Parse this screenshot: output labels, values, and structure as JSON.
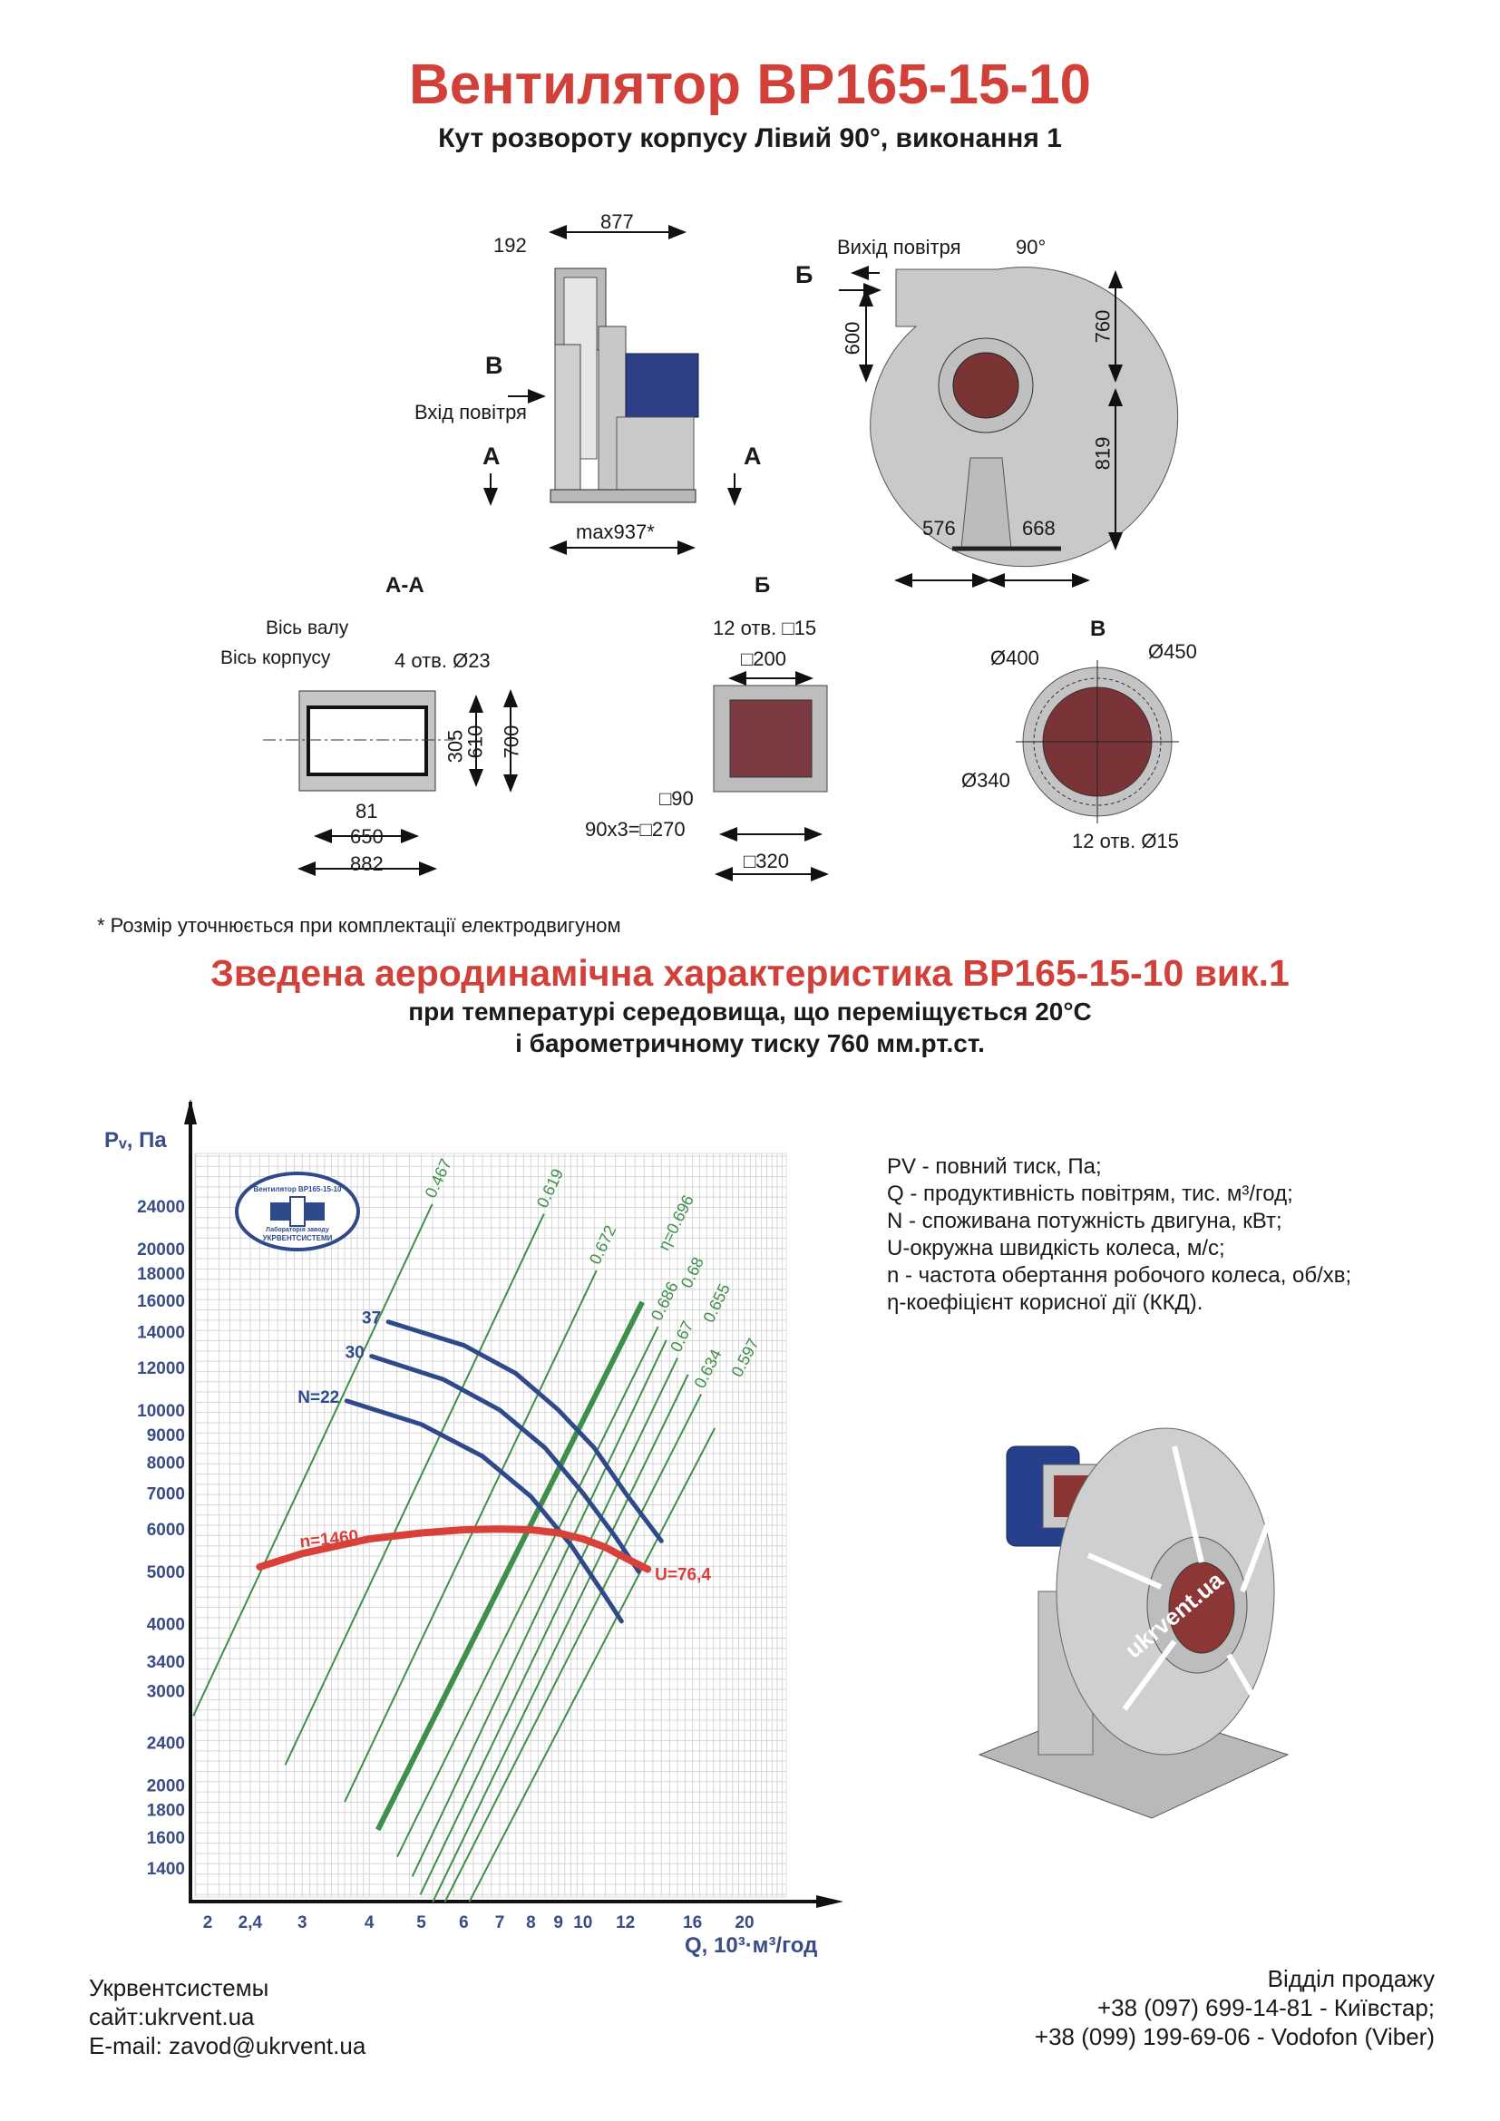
{
  "header": {
    "title": "Вентилятор ВР165-15-10",
    "subtitle": "Кут розвороту корпусу Лівий 90°, виконання 1"
  },
  "drawings": {
    "side_view": {
      "dim_877": "877",
      "dim_192": "192",
      "label_b": "В",
      "air_inlet": "Вхід повітря",
      "section_a_left": "А",
      "section_a_right": "А",
      "dim_max937": "max937*"
    },
    "front_view": {
      "air_outlet": "Вихід повітря",
      "angle": "90°",
      "label_b": "Б",
      "dim_600": "600",
      "dim_760": "760",
      "dim_819": "819",
      "dim_576": "576",
      "dim_668": "668"
    },
    "section_aa": {
      "title": "А-А",
      "shaft_axis": "Вісь валу",
      "body_axis": "Вісь корпусу",
      "holes": "4 отв. Ø23",
      "dim_305": "305",
      "dim_610": "610",
      "dim_700": "700",
      "dim_81": "81",
      "dim_650": "650",
      "dim_882": "882"
    },
    "view_b": {
      "title": "Б",
      "holes": "12 отв. □15",
      "dim_200": "□200",
      "dim_90": "□90",
      "dim_270": "90х3=□270",
      "dim_320": "□320"
    },
    "view_v": {
      "title": "В",
      "d400": "Ø400",
      "d450": "Ø450",
      "d340": "Ø340",
      "holes": "12 отв. Ø15"
    },
    "watermark": "ukrvent.ua"
  },
  "footnote": "* Розмір уточнюється при комплектації електродвигуном",
  "section": {
    "title": "Зведена аеродинамічна характеристика ВР165-15-10 вик.1",
    "line1": "при температурі середовища, що переміщується 20°С",
    "line2": "і барометричному тиску 760 мм.рт.ст."
  },
  "legend": [
    "PV - повний тиск, Па;",
    "Q - продуктивність повітрям, тис. м³/год;",
    "N - споживана потужність двигуна, кВт;",
    "U-окружна швидкість колеса, м/с;",
    "n - частота обертання робочого колеса, об/хв;",
    "η-коефіцієнт корисної дії (ККД)."
  ],
  "logo": {
    "top": "Вентилятор ВР165-15-10",
    "middle": "Лабораторія заводу",
    "bottom": "УКРВЕНТСИСТЕМИ"
  },
  "chart_data": {
    "type": "line",
    "xscale": "log",
    "yscale": "log",
    "xlabel": "Q, 10³·м³/год",
    "ylabel": "Pᵥ, Па",
    "xlim": [
      1.85,
      25
    ],
    "ylim": [
      1200,
      30000
    ],
    "grid": true,
    "x_ticks": [
      {
        "v": 2,
        "t": "2"
      },
      {
        "v": 2.4,
        "t": "2,4"
      },
      {
        "v": 3,
        "t": "3"
      },
      {
        "v": 4,
        "t": "4"
      },
      {
        "v": 5,
        "t": "5"
      },
      {
        "v": 6,
        "t": "6"
      },
      {
        "v": 7,
        "t": "7"
      },
      {
        "v": 8,
        "t": "8"
      },
      {
        "v": 9,
        "t": "9"
      },
      {
        "v": 10,
        "t": "10"
      },
      {
        "v": 12,
        "t": "12"
      },
      {
        "v": 16,
        "t": "16"
      },
      {
        "v": 20,
        "t": "20"
      }
    ],
    "y_ticks": [
      24000,
      20000,
      18000,
      16000,
      14000,
      12000,
      10000,
      9000,
      8000,
      7000,
      6000,
      5000,
      4000,
      3400,
      3000,
      2400,
      2000,
      1800,
      1600,
      1400
    ],
    "pressure_curve": {
      "name": "n=1460",
      "end_label": "U=76,4",
      "color": "#d9403a",
      "points": [
        [
          2.5,
          5100
        ],
        [
          3,
          5400
        ],
        [
          4,
          5750
        ],
        [
          5,
          5900
        ],
        [
          6,
          5980
        ],
        [
          7,
          6000
        ],
        [
          8,
          5980
        ],
        [
          9,
          5900
        ],
        [
          10,
          5750
        ],
        [
          11,
          5550
        ],
        [
          12,
          5300
        ],
        [
          13.2,
          5050
        ]
      ]
    },
    "power_curves": [
      {
        "name": "N=22",
        "color": "#2f4a8a",
        "points": [
          [
            3.63,
            10400
          ],
          [
            5,
            9400
          ],
          [
            6.5,
            8200
          ],
          [
            8,
            6900
          ],
          [
            9.5,
            5600
          ],
          [
            11,
            4500
          ],
          [
            11.8,
            4040
          ]
        ]
      },
      {
        "name": "30",
        "color": "#2f4a8a",
        "points": [
          [
            4.04,
            12600
          ],
          [
            5.5,
            11400
          ],
          [
            7,
            10000
          ],
          [
            8.5,
            8500
          ],
          [
            10,
            7000
          ],
          [
            11.5,
            5800
          ],
          [
            12.7,
            5000
          ]
        ]
      },
      {
        "name": "37",
        "color": "#2f4a8a",
        "points": [
          [
            4.34,
            14600
          ],
          [
            6,
            13200
          ],
          [
            7.5,
            11700
          ],
          [
            9,
            10000
          ],
          [
            10.5,
            8500
          ],
          [
            12,
            7000
          ],
          [
            14,
            5700
          ]
        ]
      }
    ],
    "efficiency_lines": [
      {
        "name": "0.467",
        "color": "#3f8f4a",
        "from": [
          1.88,
          2690
        ],
        "to": [
          5.24,
          24200
        ]
      },
      {
        "name": "0.619",
        "color": "#3f8f4a",
        "from": [
          2.79,
          2180
        ],
        "to": [
          8.46,
          23200
        ]
      },
      {
        "name": "0.672",
        "color": "#3f8f4a",
        "from": [
          3.6,
          1860
        ],
        "to": [
          10.6,
          18200
        ]
      },
      {
        "name": "η=0.696",
        "color": "#3f8f4a",
        "bold": true,
        "from": [
          4.15,
          1650
        ],
        "to": [
          12.9,
          15900
        ]
      },
      {
        "name": "0.686",
        "color": "#3f8f4a",
        "from": [
          4.51,
          1470
        ],
        "to": [
          13.8,
          14300
        ]
      },
      {
        "name": "0.68",
        "color": "#3f8f4a",
        "from": [
          4.81,
          1350
        ],
        "to": [
          14.3,
          13500
        ]
      },
      {
        "name": "0.67",
        "color": "#3f8f4a",
        "from": [
          4.98,
          1250
        ],
        "to": [
          15.0,
          12500
        ]
      },
      {
        "name": "0.655",
        "color": "#3f8f4a",
        "from": [
          5.25,
          1210
        ],
        "to": [
          15.7,
          11650
        ]
      },
      {
        "name": "0.634",
        "color": "#3f8f4a",
        "from": [
          5.53,
          1210
        ],
        "to": [
          16.6,
          10700
        ]
      },
      {
        "name": "0.597",
        "color": "#3f8f4a",
        "from": [
          6.14,
          1210
        ],
        "to": [
          17.6,
          9250
        ]
      }
    ]
  },
  "footer": {
    "company": "Укрвентсистемы",
    "site": "сайт:ukrvent.ua",
    "email": "E-mail: zavod@ukrvent.ua",
    "sales_title": "Відділ продажу",
    "phone1": "+38 (097) 699-14-81 - Київстар;",
    "phone2": "+38 (099) 199-69-06 - Vodofon (Viber)"
  }
}
